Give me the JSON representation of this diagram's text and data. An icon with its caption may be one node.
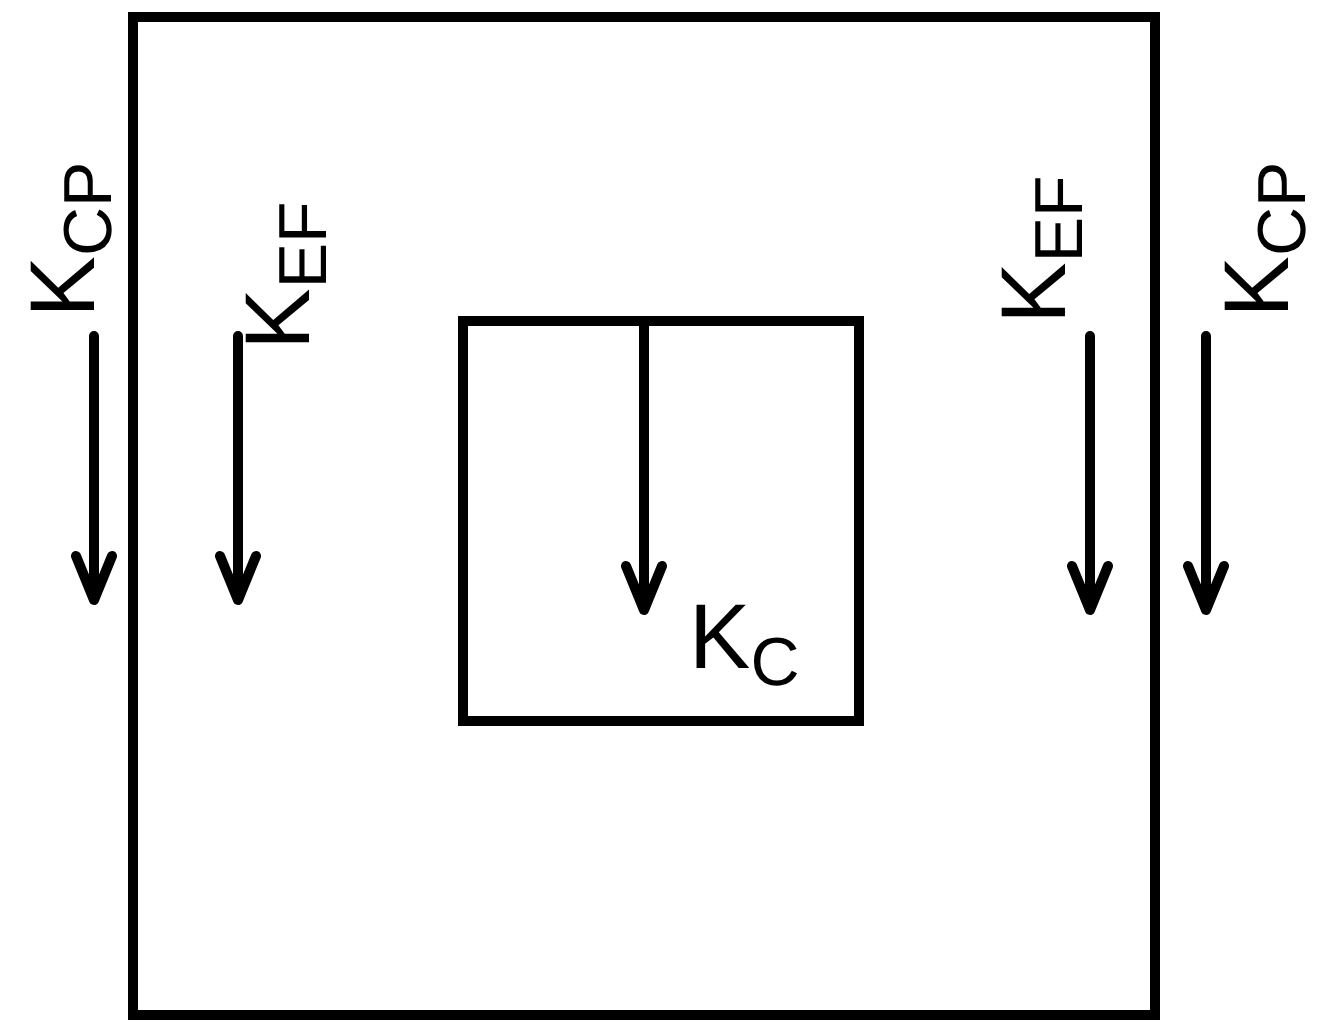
{
  "diagram": {
    "nodes": [
      {
        "text": [],
        "shape": "box"
      },
      {
        "text": [],
        "shape": "box",
        "in": 0
      }
    ],
    "labels": [
      "K$_{CP}$",
      "K$_{EF}$",
      "K$_{C}$",
      "K$_{EF}$",
      "K$_{CP}$"
    ]
  }
}
